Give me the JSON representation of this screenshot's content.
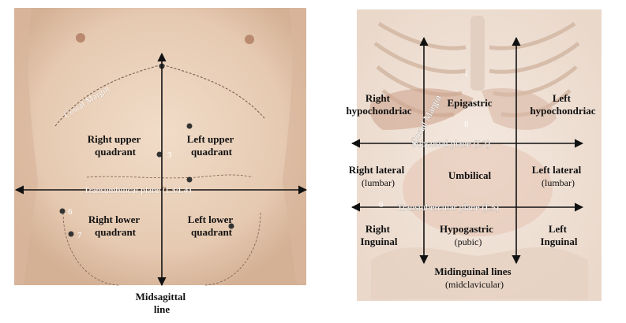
{
  "left_panel": {
    "costal_margin": "Costal Margin",
    "right_upper_quadrant": [
      "Right upper",
      "quadrant"
    ],
    "left_upper_quadrant": [
      "Left upper",
      "quadrant"
    ],
    "right_lower_quadrant": [
      "Right lower",
      "quadrant"
    ],
    "left_lower_quadrant": [
      "Left lower",
      "quadrant"
    ],
    "transumbilical_plane": "Transumbilical plane (L3/L4)",
    "midsagittal_line": [
      "Midsagittal",
      "line"
    ],
    "markers": [
      "3",
      "6",
      "7"
    ]
  },
  "right_panel": {
    "costal_margin": "Costal Margin",
    "right_hypochondriac": [
      "Right",
      "hypochondriac"
    ],
    "epigastric": "Epigastric",
    "left_hypochondriac": [
      "Left",
      "hypochondriac"
    ],
    "subcostal_plane": "Subcostal plane (L2)",
    "right_lateral": [
      "Right lateral",
      "(lumbar)"
    ],
    "umbilical": "Umbilical",
    "left_lateral": [
      "Left lateral",
      "(lumbar)"
    ],
    "transtubercular_plane": "Transtubercular plane (L5)",
    "right_inguinal": [
      "Right",
      "Inguinal"
    ],
    "hypogastric": [
      "Hypogastric",
      "(pubic)"
    ],
    "left_inguinal": [
      "Left",
      "Inguinal"
    ],
    "midinguinal_lines": [
      "Midinguinal lines",
      "(midclavicular)"
    ],
    "markers": [
      "1",
      "8",
      "6"
    ]
  },
  "colors": {
    "skin": "#e8cfb8",
    "skin_shadow": "#c9a48a",
    "anatomy_bg": "#f1e6dd",
    "arrow": "#111111",
    "label_text": "#111111"
  }
}
